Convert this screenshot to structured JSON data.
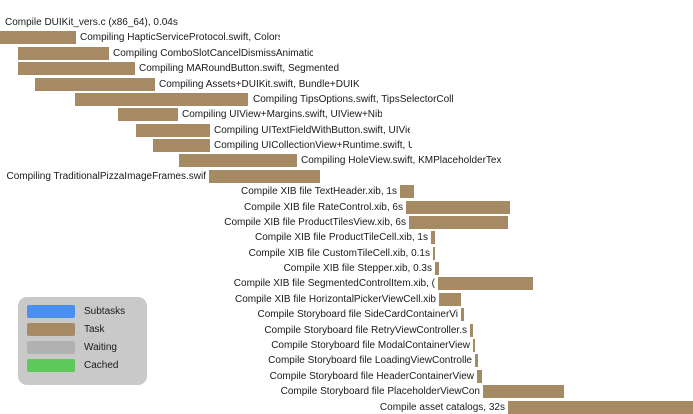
{
  "colors": {
    "task": "#a58a63",
    "subtasks": "#4a8ff0",
    "waiting": "#b1b1b1",
    "cached": "#5cc95a",
    "legend_bg": "#c9c9c9"
  },
  "tasks": [
    {
      "label": "Compile DUIKit_vers.c (x86_64), 0.04s"
    },
    {
      "label": "Compiling HapticServiceProtocol.swift, Colors"
    },
    {
      "label": "Compiling ComboSlotCancelDismissAnimatic"
    },
    {
      "label": "Compiling MARoundButton.swift, Segmented"
    },
    {
      "label": "Compiling Assets+DUIKit.swift, Bundle+DUIK"
    },
    {
      "label": "Compiling TipsOptions.swift, TipsSelectorColl"
    },
    {
      "label": "Compiling UIView+Margins.swift, UIView+Nib"
    },
    {
      "label": "Compiling UITextFieldWithButton.swift, UIVie"
    },
    {
      "label": "Compiling UICollectionView+Runtime.swift, U"
    },
    {
      "label": "Compiling HoleView.swift, KMPlaceholderTex"
    },
    {
      "label": "Compiling TraditionalPizzaImageFrames.swif"
    },
    {
      "label": "Compile XIB file TextHeader.xib, 1s"
    },
    {
      "label": "Compile XIB file RateControl.xib, 6s"
    },
    {
      "label": "Compile XIB file ProductTilesView.xib, 6s"
    },
    {
      "label": "Compile XIB file ProductTileCell.xib, 1s"
    },
    {
      "label": "Compile XIB file CustomTileCell.xib, 0.1s"
    },
    {
      "label": "Compile XIB file Stepper.xib, 0.3s"
    },
    {
      "label": "Compile XIB file SegmentedControlItem.xib, ("
    },
    {
      "label": "Compile XIB file HorizontalPickerViewCell.xib"
    },
    {
      "label": "Compile Storyboard file SideCardContainerVi"
    },
    {
      "label": "Compile Storyboard file RetryViewController.s"
    },
    {
      "label": "Compile Storyboard file ModalContainerView"
    },
    {
      "label": "Compile Storyboard file LoadingViewControlle"
    },
    {
      "label": "Compile Storyboard file HeaderContainerView"
    },
    {
      "label": "Compile Storyboard file PlaceholderViewCon"
    },
    {
      "label": "Compile asset catalogs, 32s"
    }
  ],
  "legend": {
    "items": [
      {
        "key": "subtasks",
        "label": "Subtasks"
      },
      {
        "key": "task",
        "label": "Task"
      },
      {
        "key": "waiting",
        "label": "Waiting"
      },
      {
        "key": "cached",
        "label": "Cached"
      }
    ]
  }
}
